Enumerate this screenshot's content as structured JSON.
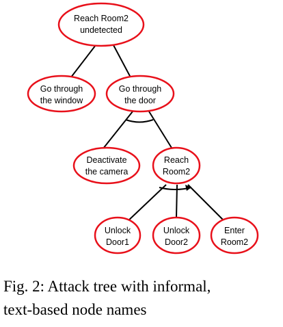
{
  "nodes": {
    "root": [
      "Reach Room2",
      "undetected"
    ],
    "window": [
      "Go through",
      "the window"
    ],
    "door": [
      "Go through",
      "the door"
    ],
    "camera": [
      "Deactivate",
      "the camera"
    ],
    "reach": [
      "Reach",
      "Room2"
    ],
    "door1": [
      "Unlock",
      "Door1"
    ],
    "door2": [
      "Unlock",
      "Door2"
    ],
    "enter": [
      "Enter",
      "Room2"
    ]
  },
  "colors": {
    "node_border": "#e8101a",
    "edge": "#000000"
  },
  "caption": {
    "line1": "Fig. 2: Attack tree with informal,",
    "line2": "text-based node names"
  }
}
